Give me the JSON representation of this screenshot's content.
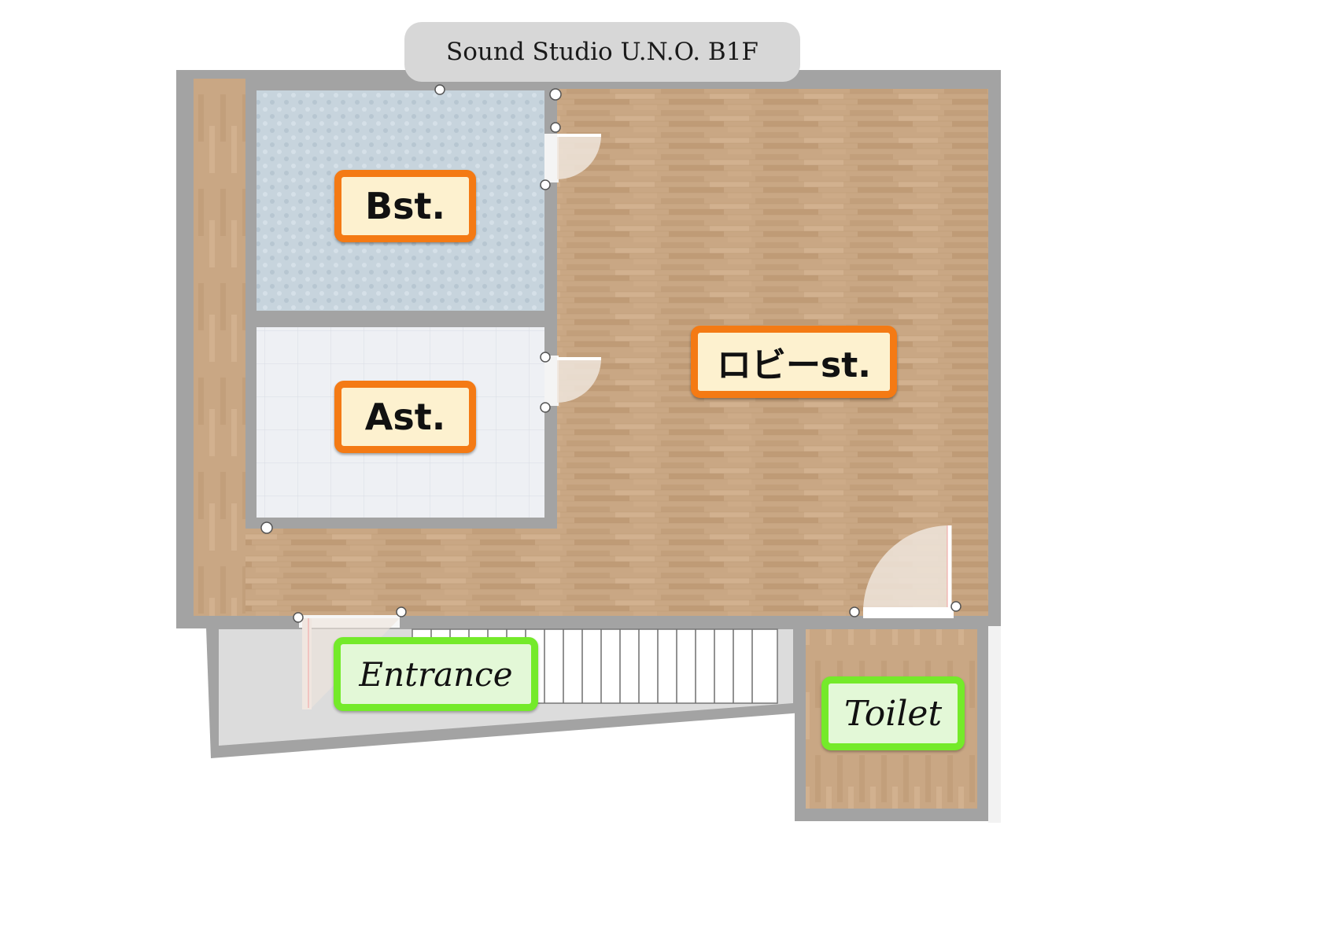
{
  "title": "Sound Studio U.N.O. B1F",
  "rooms": {
    "bst": "Bst.",
    "ast": "Ast.",
    "lobby": "ロビーst.",
    "entrance": "Entrance",
    "toilet": "Toilet"
  },
  "colors": {
    "wall": "#9a9a9a",
    "wood_floor": "#c8a684",
    "carpet_floor": "#c6d3dc",
    "tile_floor": "#eef0f4",
    "entrance_floor": "#dcdcdc",
    "label_orange_border": "#f47a14",
    "label_orange_fill": "#fdf1cf",
    "label_green_border": "#74ea2a",
    "label_green_fill": "#e3f8d7",
    "title_pill": "#d7d7d7"
  },
  "icons": [
    "door-swing-icon",
    "wall-joint-icon",
    "stairs-icon"
  ]
}
